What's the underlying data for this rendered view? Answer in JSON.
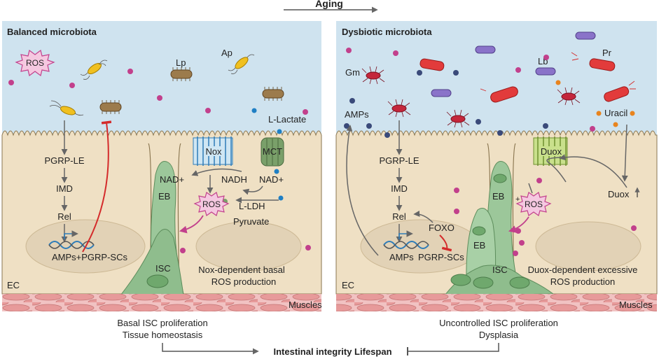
{
  "header": {
    "aging": "Aging"
  },
  "left_panel": {
    "title": "Balanced microbiota",
    "labels": {
      "ros": "ROS",
      "lp": "Lp",
      "ap": "Ap",
      "l_lactate": "L-Lactate",
      "nox": "Nox",
      "mct": "MCT",
      "pgrp_le": "PGRP-LE",
      "imd": "IMD",
      "rel": "Rel",
      "amps_pgrp": "AMPs+PGRP-SCs",
      "eb": "EB",
      "isc": "ISC",
      "nad1": "NAD+",
      "nadh": "NADH",
      "nad2": "NAD+",
      "ros2": "ROS",
      "l_ldh": "L-LDH",
      "pyruvate": "Pyruvate",
      "nox_dep_1": "Nox-dependent basal",
      "nox_dep_2": "ROS production",
      "ec": "EC",
      "muscles": "Muscles"
    }
  },
  "right_panel": {
    "title": "Dysbiotic microbiota",
    "labels": {
      "gm": "Gm",
      "lb": "Lb",
      "pr": "Pr",
      "amps_top": "AMPs",
      "uracil": "Uracil",
      "duox": "Duox",
      "pgrp_le": "PGRP-LE",
      "imd": "IMD",
      "rel": "Rel",
      "foxo": "FOXO",
      "amps": "AMPs",
      "pgrp_scs": "PGRP-SCs",
      "eb1": "EB",
      "eb2": "EB",
      "isc": "ISC",
      "ros": "ROS",
      "duox2": "Duox",
      "ros_plus": "+",
      "duox_dep_1": "Duox-dependent excessive",
      "duox_dep_2": "ROS production",
      "ec": "EC",
      "muscles": "Muscles"
    }
  },
  "footer": {
    "left_1": "Basal ISC proliferation",
    "left_2": "Tissue homeostasis",
    "right_1": "Uncontrolled ISC proliferation",
    "right_2": "Dysplasia",
    "center": "Intestinal integrity Lifespan"
  },
  "colors": {
    "lumen": "#cfe3ef",
    "cell": "#efe0c4",
    "cell_stroke": "#8a7650",
    "nucleus": "#e2d2b6",
    "green": "#9cc79a",
    "muscle": "#e9a9a9",
    "magenta": "#c2408c",
    "navy": "#3a4a7a",
    "orange": "#e8841e",
    "blue": "#1f7fc4",
    "red": "#d42b2b",
    "arrow": "#666666"
  }
}
